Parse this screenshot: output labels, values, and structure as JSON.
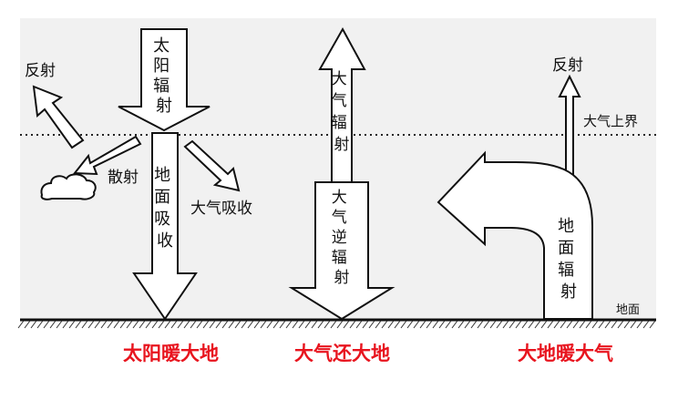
{
  "colors": {
    "background_panel": "#f1f1f1",
    "arrow_fill": "#ffffff",
    "stroke": "#111111",
    "caption": "#e8141e"
  },
  "labels": {
    "solar_radiation": "太阳辐射",
    "reflection_left": "反射",
    "scattering": "散射",
    "atmosphere_absorption": "大气吸收",
    "ground_absorption": "地面吸收",
    "atmospheric_radiation": "大气辐射",
    "atmospheric_counter_radiation": "大气逆辐射",
    "reflection_right": "反射",
    "atmosphere_top": "大气上界",
    "ground_radiation": "地面辐射",
    "ground": "地面"
  },
  "captions": {
    "sun_warms_earth": "太阳暖大地",
    "atmosphere_returns_earth": "大气还大地",
    "earth_warms_atmosphere": "大地暖大气"
  }
}
